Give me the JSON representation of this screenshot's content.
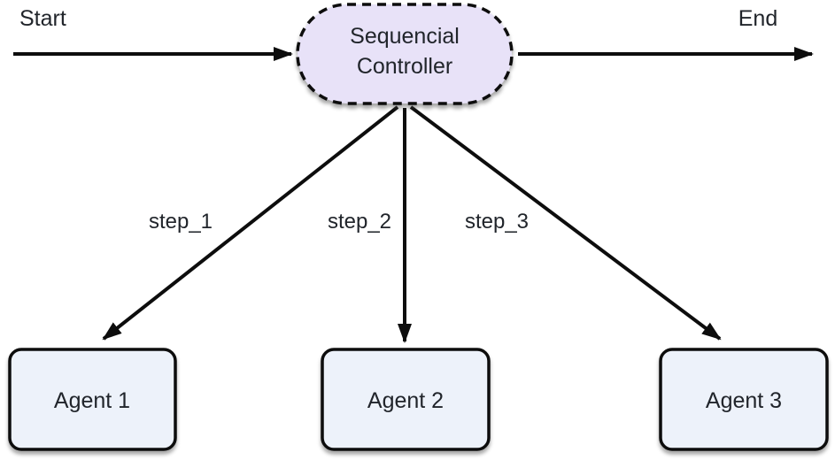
{
  "diagram": {
    "type": "flowchart",
    "start_label": "Start",
    "end_label": "End",
    "controller": {
      "full_label": "Sequencial Controller",
      "label_line1": "Sequencial",
      "label_line2": "Controller"
    },
    "agents": [
      {
        "label": "Agent 1"
      },
      {
        "label": "Agent 2"
      },
      {
        "label": "Agent 3"
      }
    ],
    "edges": [
      {
        "from": "Sequencial Controller",
        "to": "Agent 1",
        "label": "step_1"
      },
      {
        "from": "Sequencial Controller",
        "to": "Agent 2",
        "label": "step_2"
      },
      {
        "from": "Sequencial Controller",
        "to": "Agent 3",
        "label": "step_3"
      }
    ],
    "colors": {
      "controller_fill": "#E8E2F8",
      "agent_fill": "#EDF2FA",
      "stroke": "#0D0D0D",
      "text": "#21252B"
    }
  }
}
